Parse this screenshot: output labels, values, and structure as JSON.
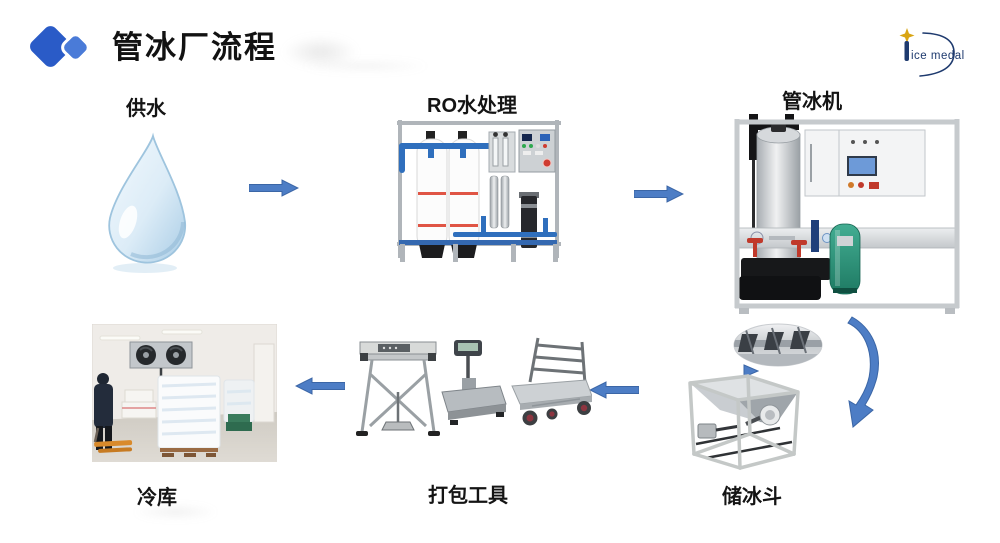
{
  "page": {
    "title": "管冰厂流程"
  },
  "brand": {
    "logo_text": "ice medal"
  },
  "colors": {
    "arrow": "#4d7dc5",
    "arrow_border": "#3b66a6",
    "marker_large": "#2a5bc7",
    "marker_small": "#4a7bd8",
    "logo_text": "#1e3a6e",
    "logo_star": "#d9a514",
    "label_text": "#111111"
  },
  "stages": [
    {
      "id": "water-supply",
      "label": "供水"
    },
    {
      "id": "ro-treatment",
      "label": "RO水处理"
    },
    {
      "id": "tube-ice-machine",
      "label": "管冰机"
    },
    {
      "id": "ice-storage-bin",
      "label": "储冰斗"
    },
    {
      "id": "packing-tools",
      "label": "打包工具"
    },
    {
      "id": "cold-storage",
      "label": "冷库"
    }
  ],
  "arrows": [
    {
      "from": "供水",
      "to": "RO水处理",
      "direction": "right"
    },
    {
      "from": "RO水处理",
      "to": "管冰机",
      "direction": "right"
    },
    {
      "from": "管冰机",
      "to": "储冰斗",
      "direction": "curved-down"
    },
    {
      "from": "储冰斗",
      "to": "打包工具",
      "direction": "left"
    },
    {
      "from": "打包工具",
      "to": "冷库",
      "direction": "left"
    }
  ]
}
